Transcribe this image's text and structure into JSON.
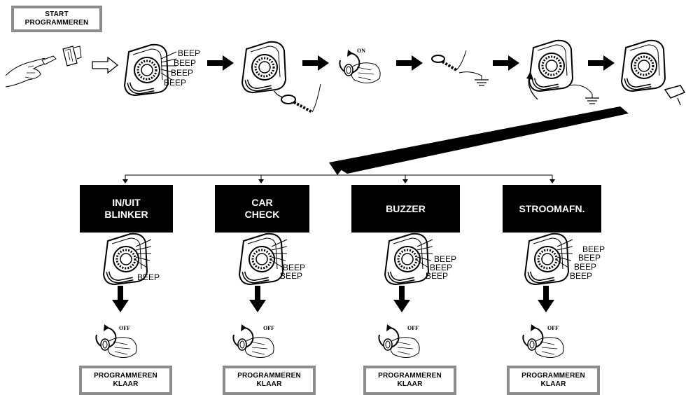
{
  "start_box": {
    "line1": "START",
    "line2": "PROGRAMMEREN"
  },
  "sequence": {
    "step2_beeps": [
      "BEEP",
      "BEEP",
      "BEEP",
      "BEEP"
    ],
    "ignition_label": "ON"
  },
  "modes": [
    {
      "line1": "IN/UIT",
      "line2": "BLINKER",
      "beeps": [
        "BEEP"
      ],
      "off_label": "OFF",
      "done_line1": "PROGRAMMEREN",
      "done_line2": "KLAAR"
    },
    {
      "line1": "CAR",
      "line2": "CHECK",
      "beeps": [
        "BEEP",
        "BEEP"
      ],
      "off_label": "OFF",
      "done_line1": "PROGRAMMEREN",
      "done_line2": "KLAAR"
    },
    {
      "line1": "",
      "line2": "BUZZER",
      "beeps": [
        "BEEP",
        "BEEP",
        "BEEP"
      ],
      "off_label": "OFF",
      "done_line1": "PROGRAMMEREN",
      "done_line2": "KLAAR"
    },
    {
      "line1": "",
      "line2": "STROOMAFN.",
      "beeps": [
        "BEEP",
        "BEEP",
        "BEEP",
        "BEEP"
      ],
      "off_label": "OFF",
      "done_line1": "PROGRAMMEREN",
      "done_line2": "KLAAR"
    }
  ]
}
